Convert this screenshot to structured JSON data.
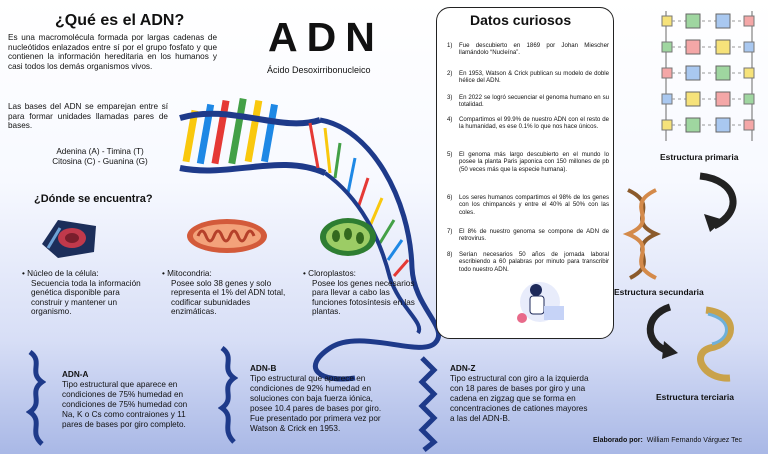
{
  "header": {
    "title": "ADN",
    "subtitle": "Ácido Desoxirribonucleico"
  },
  "que": {
    "title": "¿Qué es el ADN?",
    "text": "Es una macromolécula formada por largas cadenas de nucleótidos enlazados entre sí por el grupo fosfato y que contienen la información hereditaria en los humanos y casi todos los demás organismos vivos.",
    "bases": "Las bases del ADN se emparejan entre sí para formar unidades llamadas pares de bases.",
    "pair1": "Adenina (A) - Timina (T)",
    "pair2": "Citosina (C) - Guanina (G)"
  },
  "donde": {
    "title": "¿Dónde se encuentra?",
    "items": [
      {
        "title": "Núcleo de la célula:",
        "text": "Secuencia toda la información genética disponible para construir y mantener un organismo."
      },
      {
        "title": "Mitocondria:",
        "text": "Posee solo 38 genes y solo representa el 1% del ADN total, codificar subunidades enzimáticas."
      },
      {
        "title": "Cloroplastos:",
        "text": "Posee los genes necesarios para llevar a cabo las funciones fotosíntesis en las plantas."
      }
    ]
  },
  "datos": {
    "title": "Datos curiosos",
    "items": [
      {
        "n": "1)",
        "text": "Fue descubierto en 1869 por Johan Miescher llamándolo “Nucleína”."
      },
      {
        "n": "2)",
        "text": "En 1953, Watson & Crick publican su modelo de doble hélice del ADN."
      },
      {
        "n": "3)",
        "text": "En 2022 se logró secuenciar el genoma humano en su totalidad."
      },
      {
        "n": "4)",
        "text": "Compartimos el 99.9% de nuestro ADN con el resto de la humanidad, es ese 0.1% lo que nos hace únicos."
      },
      {
        "n": "5)",
        "text": "El genoma más largo descubierto en el mundo lo posee la planta Paris japonica con 150 millones de pb (50 veces más que la especie humana)."
      },
      {
        "n": "6)",
        "text": "Los seres humanos compartimos el 98% de los genes con los chimpancés y entre el 40% al 50% con las coles."
      },
      {
        "n": "7)",
        "text": "El 8% de nuestro genoma se compone de ADN de retrovirus."
      },
      {
        "n": "8)",
        "text": "Serían necesarios 50 años de jornada laboral escribiendo a 60 palabras por minuto para transcribir todo nuestro ADN."
      }
    ]
  },
  "estructuras": {
    "primaria": "Estructura primaria",
    "secundaria": "Estructura secundaria",
    "terciaria": "Estructura terciaria"
  },
  "formas": [
    {
      "name": "ADN-A",
      "text": "Tipo estructural que aparece en condiciones de 75% humedad en condiciones de 75% humedad con Na, K o Cs como contraiones y 11 pares de bases por giro completo."
    },
    {
      "name": "ADN-B",
      "text": "Tipo estructural que aparece en condiciones de 92% humedad en soluciones con baja fuerza iónica, posee 10.4 pares de bases por giro. Fue presentado por primera vez por Watson & Crick en 1953."
    },
    {
      "name": "ADN-Z",
      "text": "Tipo estructural con giro a la izquierda con 18 pares de bases por giro y una cadena en zigzag que se forma en concentraciones de cationes mayores a las del ADN-B."
    }
  ],
  "author": {
    "label": "Elaborado por:",
    "name": "William Fernando Várguez Tec"
  },
  "colors": {
    "strand": "#1e3a8a",
    "red": "#e53935",
    "yellow": "#f9c80e",
    "green": "#43a047",
    "blue": "#1e88e5"
  }
}
